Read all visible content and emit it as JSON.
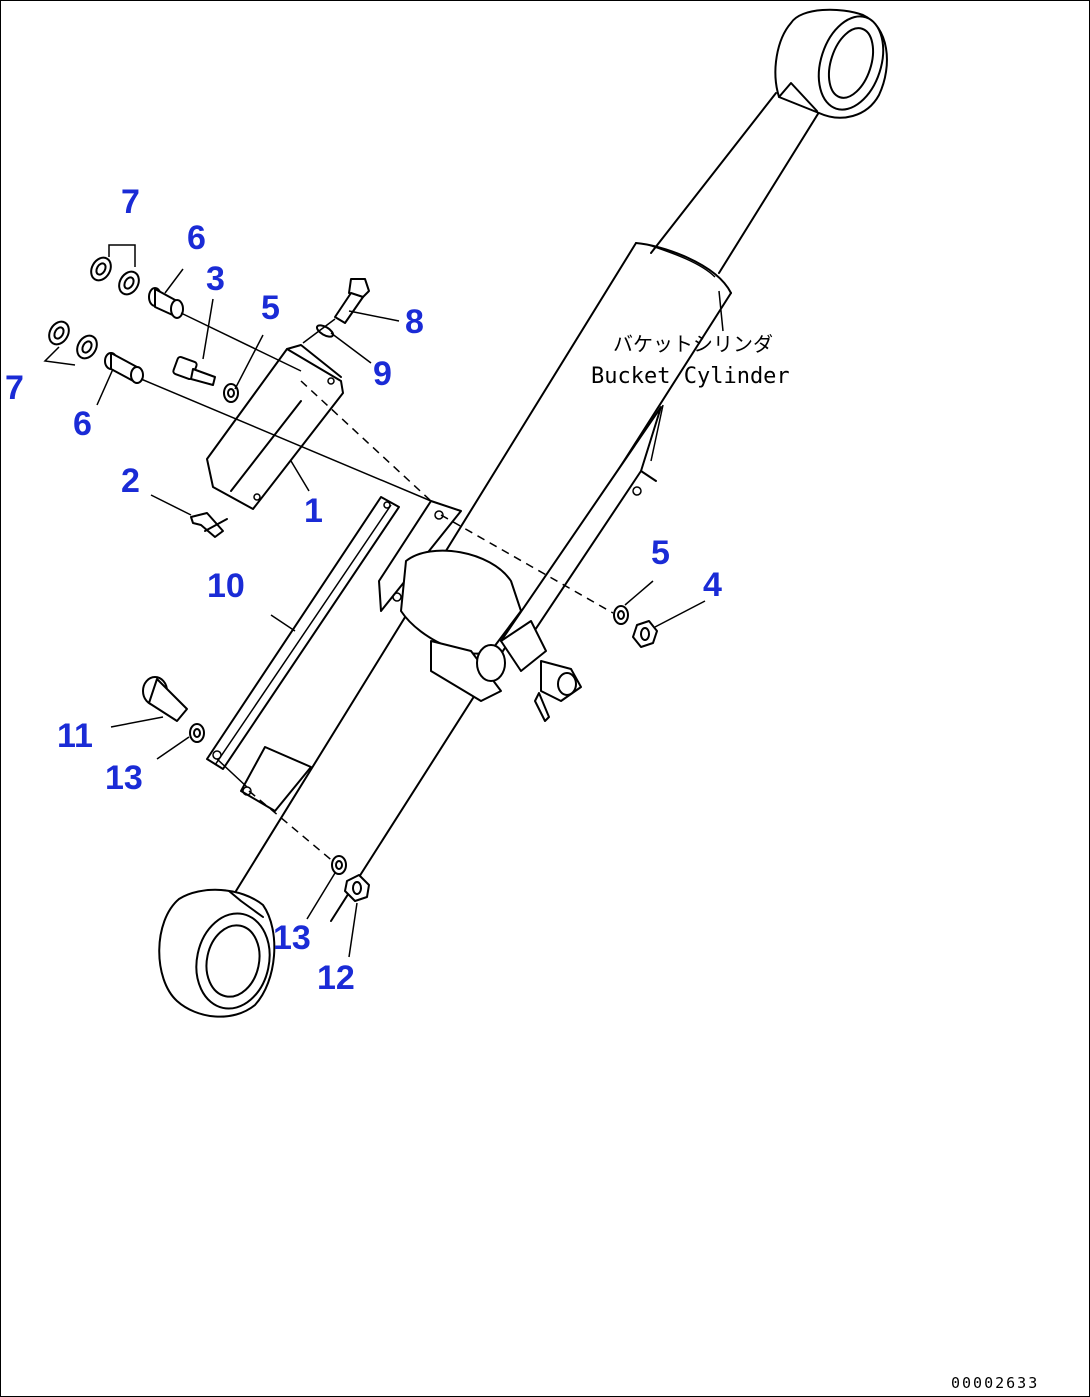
{
  "caption": {
    "japanese": "バケットシリンダ",
    "english": "Bucket Cylinder"
  },
  "drawing_number": "00002633",
  "callouts": [
    {
      "id": "c1",
      "label": "1"
    },
    {
      "id": "c2",
      "label": "2"
    },
    {
      "id": "c3",
      "label": "3"
    },
    {
      "id": "c4",
      "label": "4"
    },
    {
      "id": "c5a",
      "label": "5"
    },
    {
      "id": "c5b",
      "label": "5"
    },
    {
      "id": "c6a",
      "label": "6"
    },
    {
      "id": "c6b",
      "label": "6"
    },
    {
      "id": "c7a",
      "label": "7"
    },
    {
      "id": "c7b",
      "label": "7"
    },
    {
      "id": "c8",
      "label": "8"
    },
    {
      "id": "c9",
      "label": "9"
    },
    {
      "id": "c10",
      "label": "10"
    },
    {
      "id": "c11",
      "label": "11"
    },
    {
      "id": "c12",
      "label": "12"
    },
    {
      "id": "c13a",
      "label": "13"
    },
    {
      "id": "c13b",
      "label": "13"
    }
  ],
  "colors": {
    "callout": "#1a2bd6",
    "line": "#000000",
    "background": "#ffffff"
  }
}
